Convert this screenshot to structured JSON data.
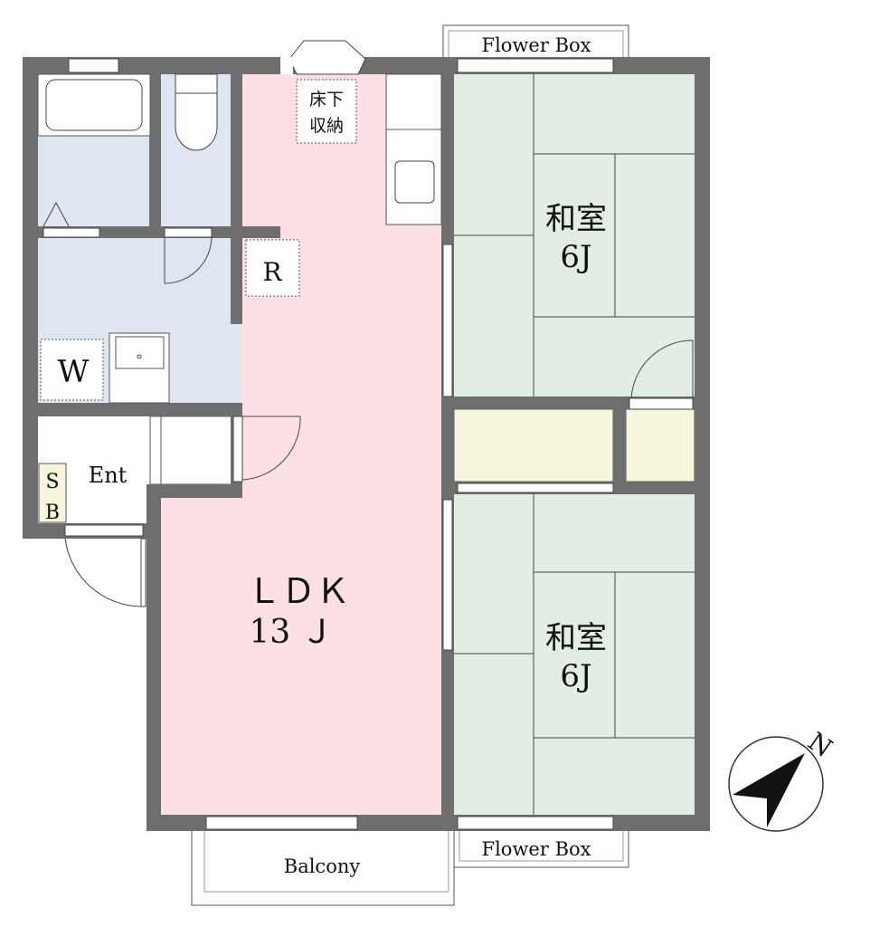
{
  "rooms": {
    "ldk": {
      "label": "ＬＤＫ",
      "size": "13 Ｊ"
    },
    "washitsu_north": {
      "label": "和室",
      "size": "6J"
    },
    "washitsu_south": {
      "label": "和室",
      "size": "6J"
    },
    "underfloor_storage": {
      "line1": "床下",
      "line2": "収納"
    },
    "refrigerator": "R",
    "washer": "W",
    "entrance": "Ent",
    "shoe_box": {
      "line1": "S",
      "line2": "B"
    },
    "flower_box_top": "Flower Box",
    "flower_box_bottom": "Flower Box",
    "balcony": "Balcony"
  },
  "compass": {
    "label": "N"
  },
  "colors": {
    "wall": "#6e6e6e",
    "ldk": "#fce0e4",
    "wet_area": "#dfe6f2",
    "tatami": "#e2eee4",
    "closet": "#f7f5dc"
  }
}
